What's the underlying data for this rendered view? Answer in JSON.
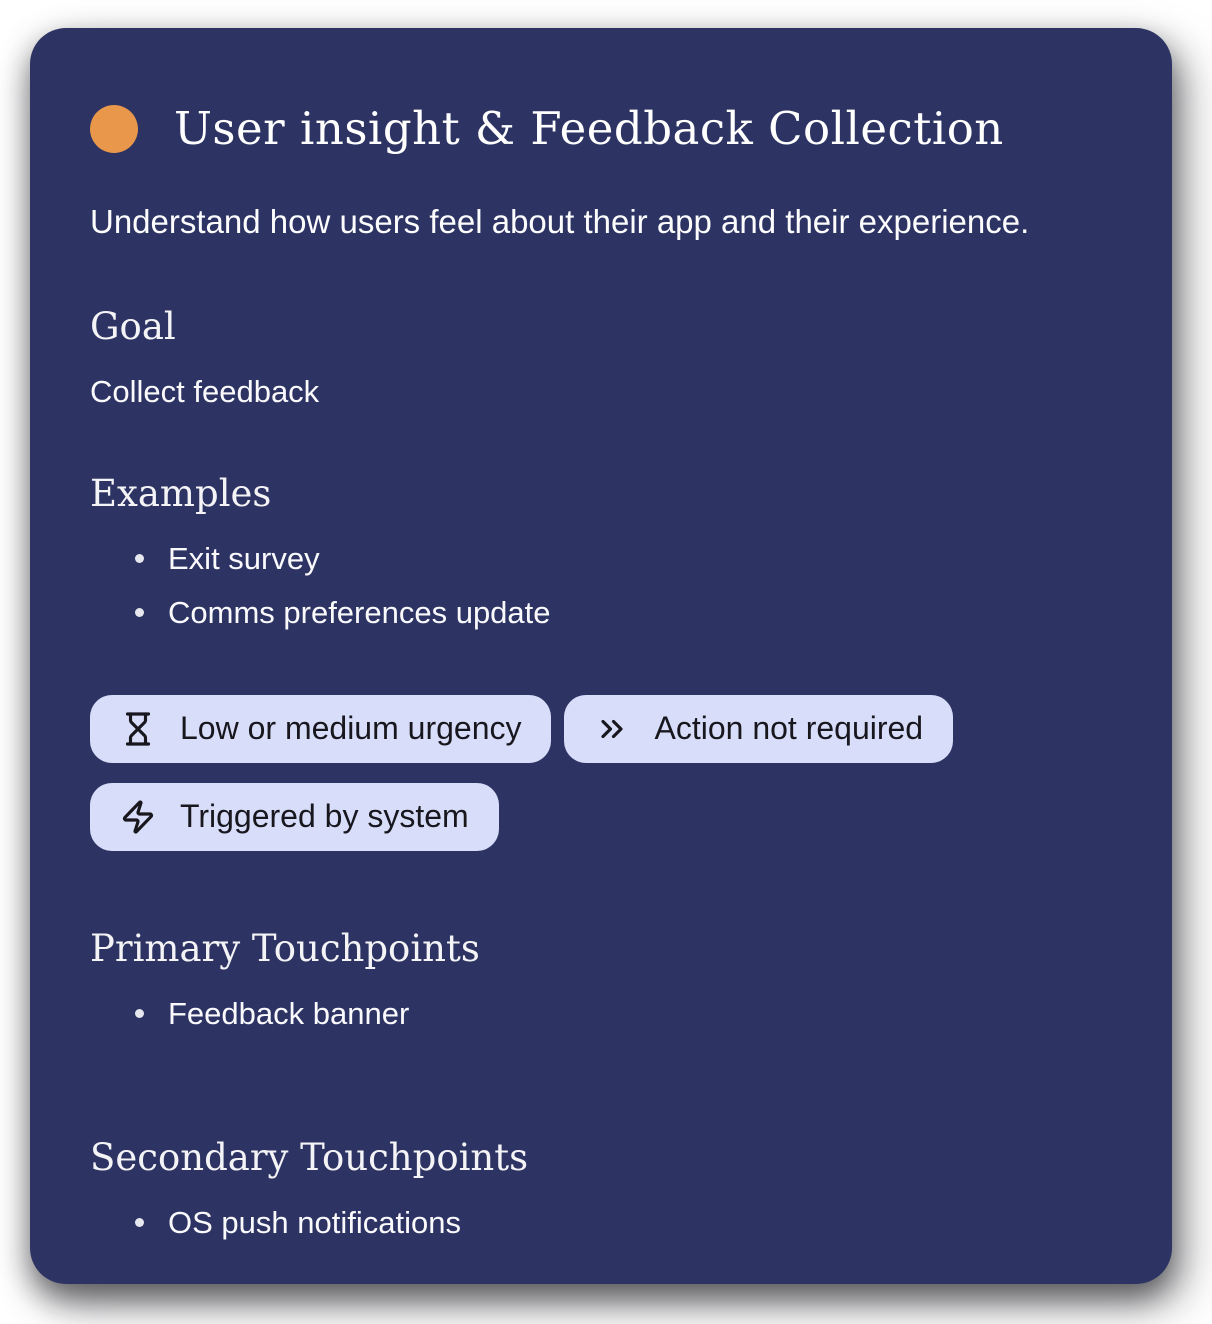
{
  "card": {
    "title": "User insight & Feedback Collection",
    "description": "Understand how users feel about their app and their experience.",
    "colors": {
      "card_bg": "#2d3464",
      "accent": "#e8974b",
      "badge_bg": "#d8ddfa",
      "badge_text": "#17171d"
    },
    "sections": {
      "goal": {
        "heading": "Goal",
        "text": "Collect feedback"
      },
      "examples": {
        "heading": "Examples",
        "items": [
          "Exit survey",
          "Comms preferences update"
        ]
      },
      "primary_touchpoints": {
        "heading": "Primary Touchpoints",
        "items": [
          "Feedback banner"
        ]
      },
      "secondary_touchpoints": {
        "heading": "Secondary Touchpoints",
        "items": [
          "OS push notifications"
        ]
      }
    },
    "badges": [
      {
        "icon": "hourglass-icon",
        "label": "Low or medium urgency"
      },
      {
        "icon": "chevrons-right-icon",
        "label": "Action not required"
      },
      {
        "icon": "lightning-icon",
        "label": "Triggered by system"
      }
    ]
  }
}
